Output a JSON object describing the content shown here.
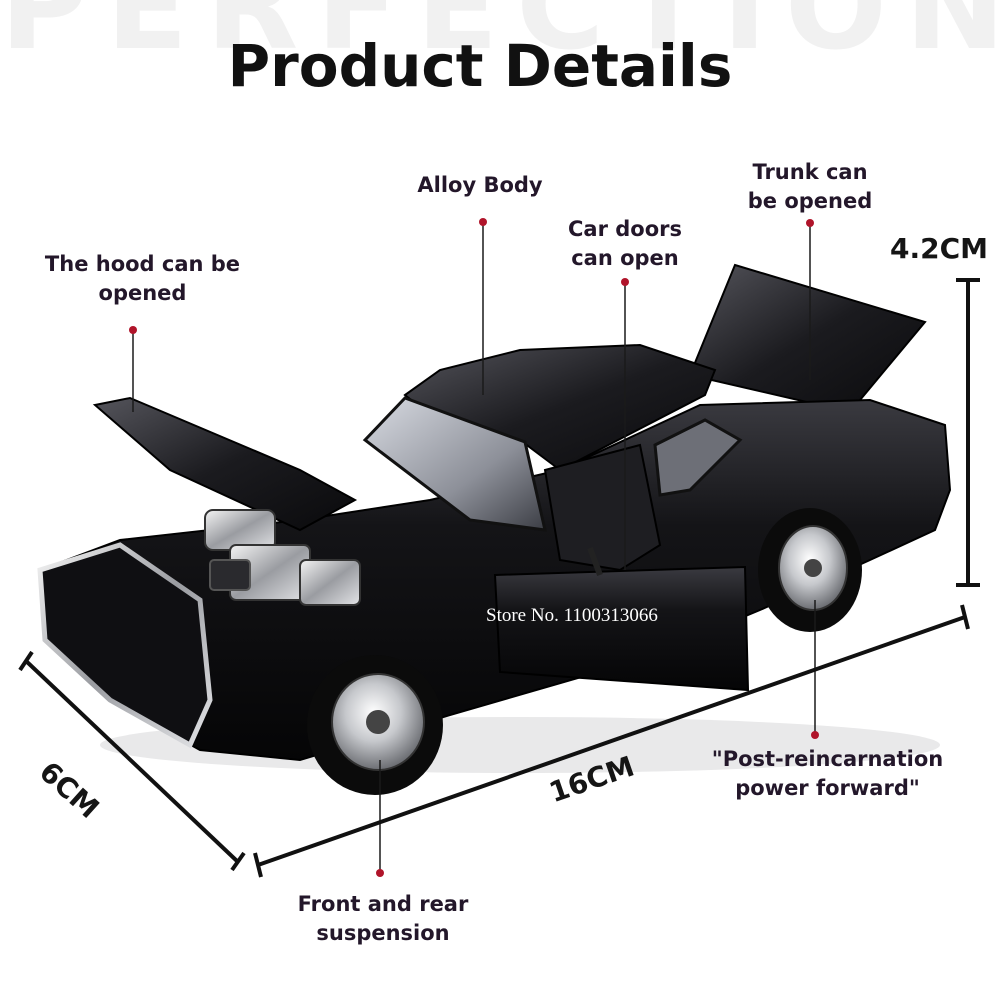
{
  "header": {
    "watermark": "PERFECTION",
    "title": "Product Details"
  },
  "callouts": {
    "hood": "The hood can be opened",
    "alloy_body": "Alloy Body",
    "doors": "Car doors can open",
    "trunk": "Trunk can be opened",
    "power": "\"Post-reincarnation power forward\"",
    "suspension": "Front and rear suspension"
  },
  "dimensions": {
    "height": "4.2CM",
    "width": "6CM",
    "length": "16CM"
  },
  "store": {
    "label": "Store No. 1100313066"
  },
  "colors": {
    "label_text": "#23172a",
    "pointer_dot": "#b0142a",
    "car_body": "#0b0b0d"
  }
}
